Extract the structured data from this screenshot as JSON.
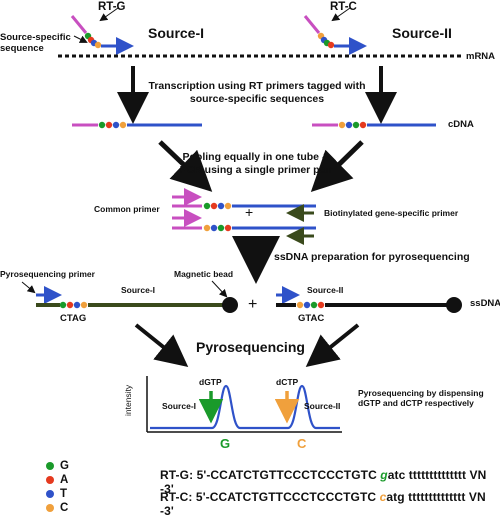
{
  "top": {
    "rt_g_label": "RT-G",
    "rt_c_label": "RT-C",
    "source_i": "Source-I",
    "source_ii": "Source-II",
    "source_specific": "Source-specific\nsequence",
    "mrna": "mRNA"
  },
  "step1": {
    "text": "Transcription using RT primers tagged with\nsource-specific sequences",
    "cdna": "cDNA"
  },
  "step2": {
    "text": "Pooling equally in one tube &\nPCR using a single primer pair",
    "common_primer": "Common primer",
    "plus": "+",
    "biotin_primer": "Biotinylated gene-specific primer"
  },
  "step3": {
    "text": "ssDNA preparation for pyrosequencing",
    "pyro_primer": "Pyrosequencing primer",
    "source_i": "Source-I",
    "source_ii": "Source-II",
    "magnetic_bead": "Magnetic bead",
    "ctag": "CTAG",
    "gtac": "GTAC",
    "plus": "+",
    "ssdna": "ssDNA"
  },
  "step4": {
    "title": "Pyrosequencing",
    "ylabel": "intensity",
    "dgtp": "dGTP",
    "dctp": "dCTP",
    "source_i": "Source-I",
    "source_ii": "Source-II",
    "peak_g": "G",
    "peak_c": "C",
    "note": "Pyrosequencing by dispensing\ndGTP and dCTP respectively"
  },
  "legend": [
    {
      "letter": "G",
      "color": "#1a9a2a"
    },
    {
      "letter": "A",
      "color": "#e53a1f"
    },
    {
      "letter": "T",
      "color": "#2f52c9"
    },
    {
      "letter": "C",
      "color": "#f0a03c"
    }
  ],
  "sequences": {
    "rt_g_prefix": "RT-G: 5'-CCATCTGTTCCCTCCCTGTC ",
    "rt_g_tag_first": "g",
    "rt_g_tag_rest": "atc tttttttttttttt VN -3'",
    "rt_c_prefix": "RT-C: 5'-CCATCTGTTCCCTCCCTGTC ",
    "rt_c_tag_first": "c",
    "rt_c_tag_rest": "atg tttttttttttttt VN -3'"
  },
  "colors": {
    "blue": "#2f52c9",
    "magenta": "#c84fc0",
    "green": "#1a9a2a",
    "red": "#e53a1f",
    "orange": "#f0a03c",
    "olive": "#3a4a1c"
  }
}
